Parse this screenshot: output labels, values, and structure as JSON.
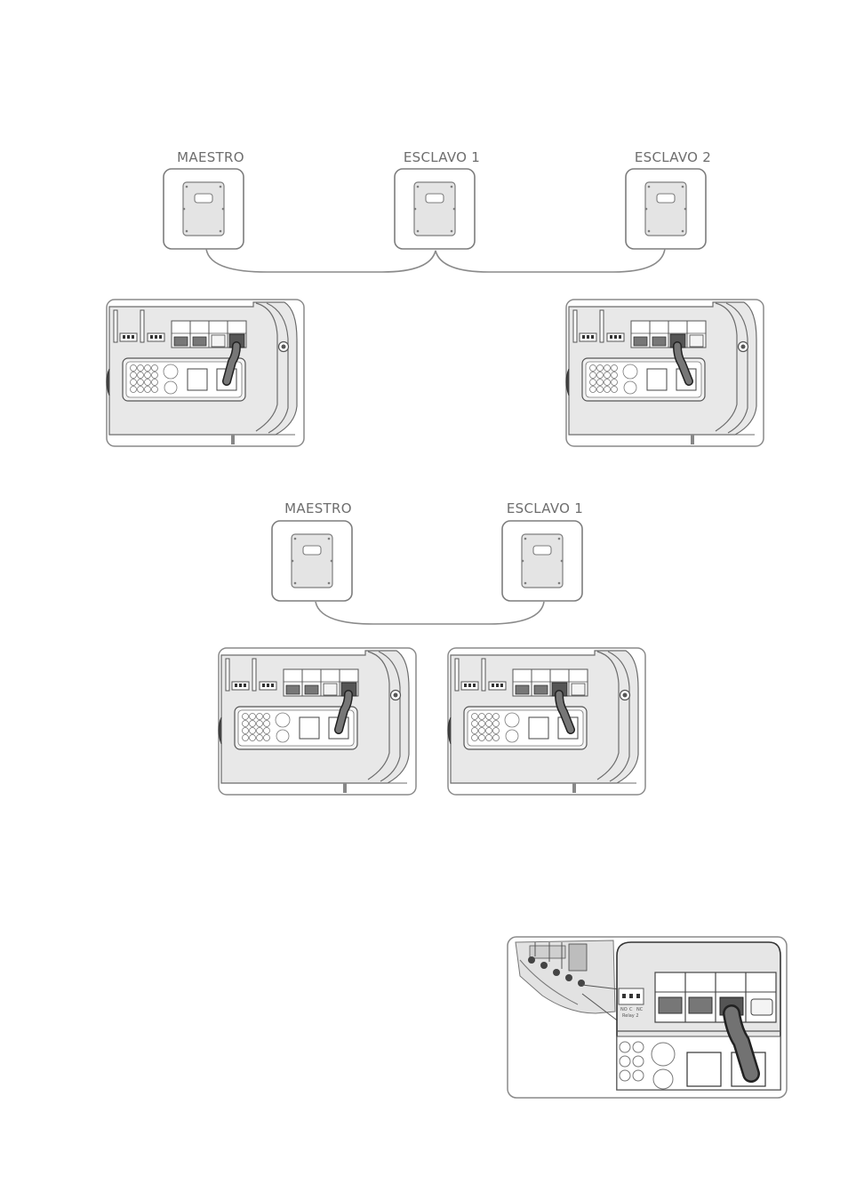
{
  "diagram_three_devices": {
    "master_label": "MAESTRO",
    "slave1_label": "ESCLAVO 1",
    "slave2_label": "ESCLAVO 2"
  },
  "diagram_two_devices": {
    "master_label": "MAESTRO",
    "slave1_label": "ESCLAVO 1"
  },
  "detail_view": {
    "relay_label": "Relay 2",
    "relay_pins": [
      "NO",
      "C",
      "NC"
    ]
  },
  "colors": {
    "frame": "#8a8a8a",
    "panel_fill": "#e6e6e6",
    "cable": "#6f6f6f",
    "cable_outline": "#333333",
    "text": "#6e6e6e"
  }
}
